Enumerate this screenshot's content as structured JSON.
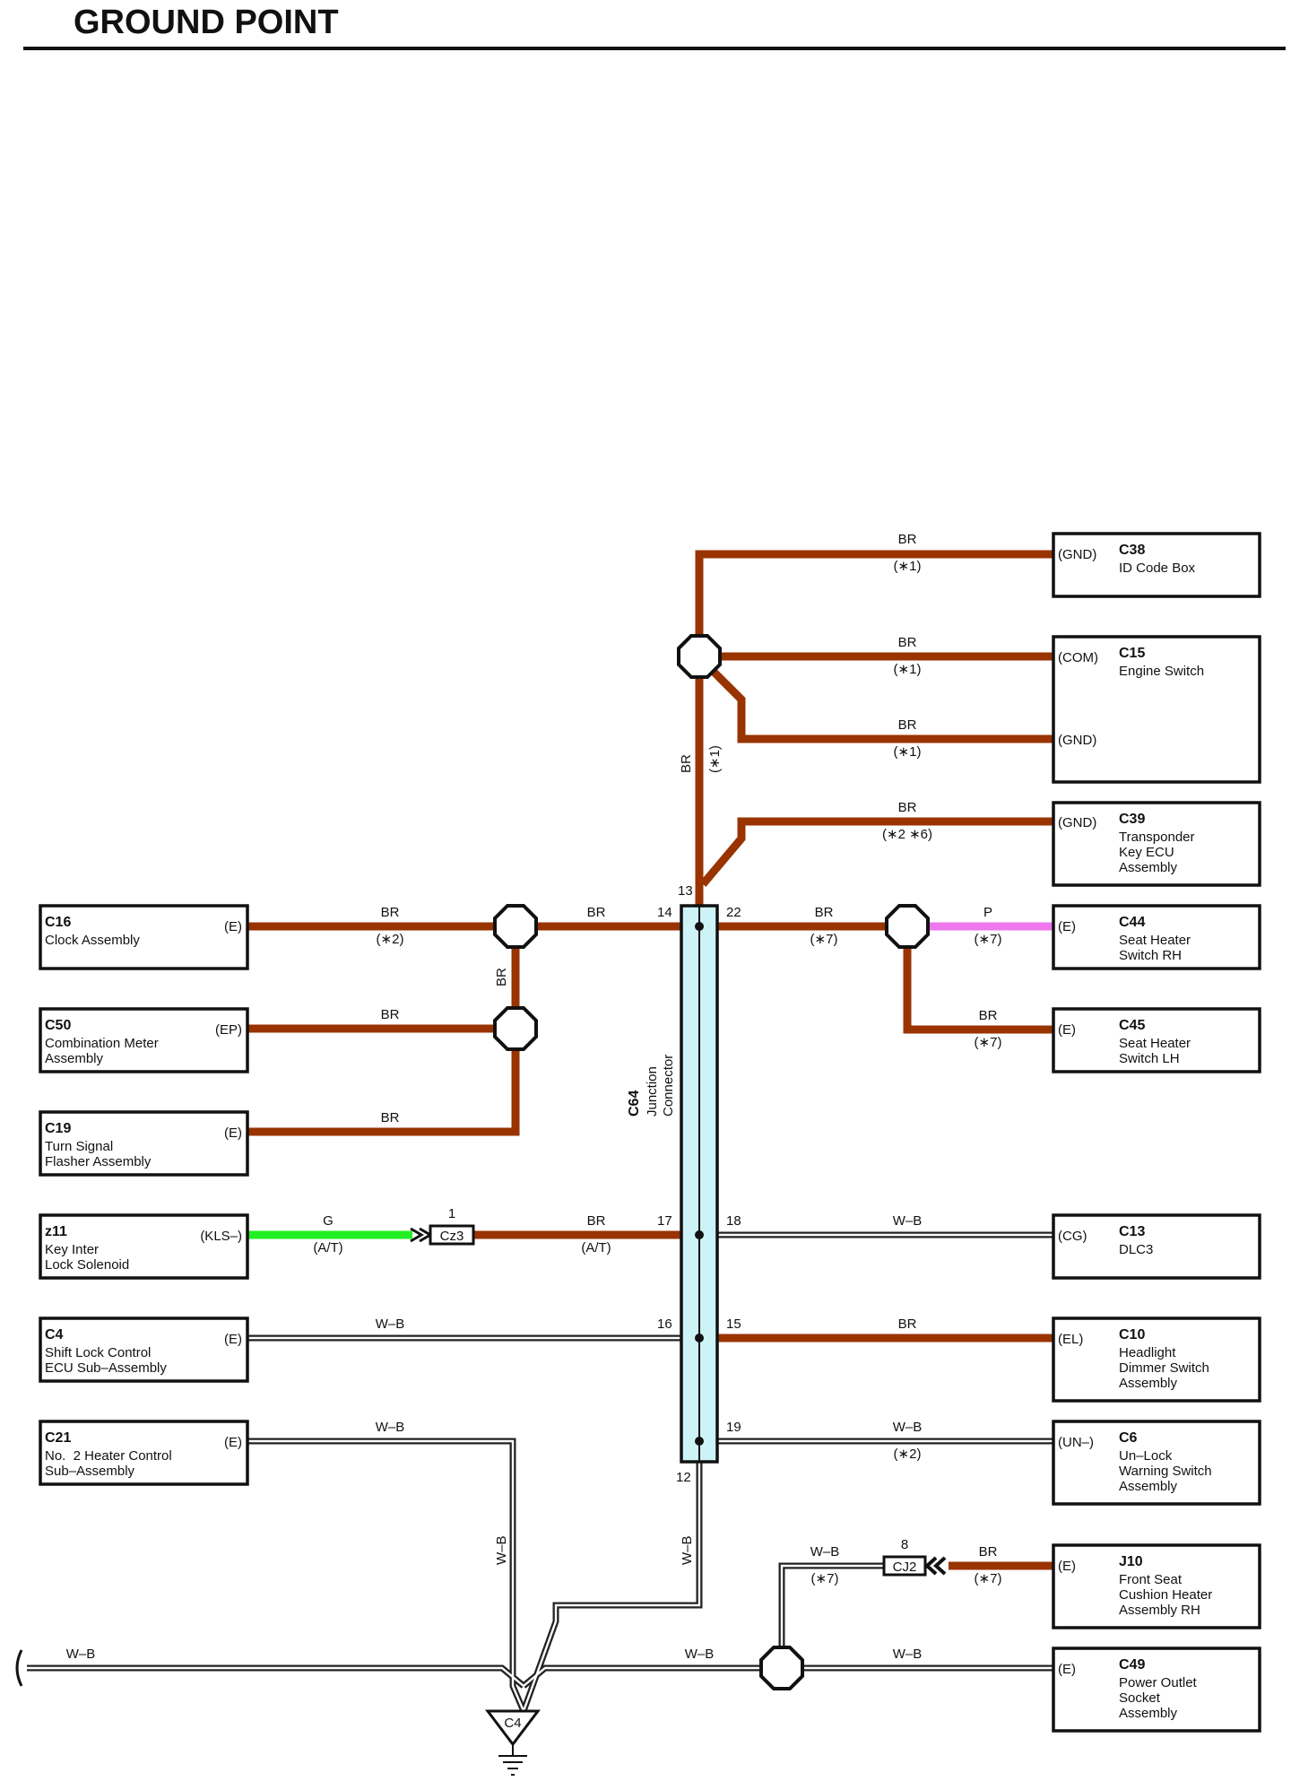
{
  "title": "GROUND POINT",
  "colors": {
    "BR": "#993300",
    "G": "#22ee22",
    "P": "#ee77ee",
    "WB": "#222222",
    "junction_fill": "#cef3f6"
  },
  "junction": {
    "code": "C64",
    "name": [
      "Junction",
      "Connector"
    ]
  },
  "ground": {
    "code": "C4"
  },
  "inline_connectors": [
    {
      "id": "cz3",
      "code": "Cz3",
      "pin": "1"
    },
    {
      "id": "cj2",
      "code": "CJ2",
      "pin": "8"
    }
  ],
  "components": [
    {
      "id": "c38",
      "code": "C38",
      "name": [
        "ID Code Box"
      ],
      "pins": [
        "(GND)"
      ]
    },
    {
      "id": "c15",
      "code": "C15",
      "name": [
        "Engine Switch"
      ],
      "pins": [
        "(COM)",
        "(GND)"
      ]
    },
    {
      "id": "c39",
      "code": "C39",
      "name": [
        "Transponder",
        "Key ECU",
        "Assembly"
      ],
      "pins": [
        "(GND)"
      ]
    },
    {
      "id": "c44",
      "code": "C44",
      "name": [
        "Seat Heater",
        "Switch RH"
      ],
      "pins": [
        "(E)"
      ]
    },
    {
      "id": "c45",
      "code": "C45",
      "name": [
        "Seat Heater",
        "Switch LH"
      ],
      "pins": [
        "(E)"
      ]
    },
    {
      "id": "c13",
      "code": "C13",
      "name": [
        "DLC3"
      ],
      "pins": [
        "(CG)"
      ]
    },
    {
      "id": "c10",
      "code": "C10",
      "name": [
        "Headlight",
        "Dimmer Switch",
        "Assembly"
      ],
      "pins": [
        "(EL)"
      ]
    },
    {
      "id": "c6",
      "code": "C6",
      "name": [
        "Un–Lock",
        "Warning Switch",
        "Assembly"
      ],
      "pins": [
        "(UN–)"
      ]
    },
    {
      "id": "j10",
      "code": "J10",
      "name": [
        "Front Seat",
        "Cushion Heater",
        "Assembly RH"
      ],
      "pins": [
        "(E)"
      ]
    },
    {
      "id": "c49",
      "code": "C49",
      "name": [
        "Power Outlet",
        "Socket",
        "Assembly"
      ],
      "pins": [
        "(E)"
      ]
    },
    {
      "id": "c16",
      "code": "C16",
      "name": [
        "Clock Assembly"
      ],
      "pins": [
        "(E)"
      ]
    },
    {
      "id": "c50",
      "code": "C50",
      "name": [
        "Combination Meter",
        "Assembly"
      ],
      "pins": [
        "(EP)"
      ]
    },
    {
      "id": "c19",
      "code": "C19",
      "name": [
        "Turn Signal",
        "Flasher Assembly"
      ],
      "pins": [
        "(E)"
      ]
    },
    {
      "id": "z11",
      "code": "z11",
      "name": [
        "Key Inter",
        "Lock Solenoid"
      ],
      "pins": [
        "(KLS–)"
      ]
    },
    {
      "id": "c4",
      "code": "C4",
      "name": [
        "Shift Lock Control",
        "ECU Sub–Assembly"
      ],
      "pins": [
        "(E)"
      ]
    },
    {
      "id": "c21",
      "code": "C21",
      "name": [
        "No.  2 Heater Control",
        "Sub–Assembly"
      ],
      "pins": [
        "(E)"
      ]
    }
  ],
  "wire_labels": [
    {
      "id": "w-c38",
      "color": "BR",
      "note": "(∗1)"
    },
    {
      "id": "w-c15-com",
      "color": "BR",
      "note": "(∗1)"
    },
    {
      "id": "w-c15-gnd",
      "color": "BR",
      "note": "(∗1)"
    },
    {
      "id": "w-vert-13",
      "color": "BR",
      "note": "(∗1)"
    },
    {
      "id": "w-c39",
      "color": "BR",
      "note": "(∗2 ∗6)"
    },
    {
      "id": "w-c16",
      "color": "BR",
      "note": "(∗2)"
    },
    {
      "id": "w-14",
      "color": "BR",
      "note": ""
    },
    {
      "id": "w-left-vert",
      "color": "BR",
      "note": ""
    },
    {
      "id": "w-c50",
      "color": "BR",
      "note": ""
    },
    {
      "id": "w-c19",
      "color": "BR",
      "note": ""
    },
    {
      "id": "w-22",
      "color": "BR",
      "note": "(∗7)"
    },
    {
      "id": "w-c44",
      "color": "P",
      "note": "(∗7)"
    },
    {
      "id": "w-c45",
      "color": "BR",
      "note": "(∗7)"
    },
    {
      "id": "w-z11",
      "color": "G",
      "note": "(A/T)"
    },
    {
      "id": "w-17",
      "color": "BR",
      "note": "(A/T)"
    },
    {
      "id": "w-c13",
      "color": "W–B",
      "note": ""
    },
    {
      "id": "w-c4",
      "color": "W–B",
      "note": ""
    },
    {
      "id": "w-c10",
      "color": "BR",
      "note": ""
    },
    {
      "id": "w-c21",
      "color": "W–B",
      "note": ""
    },
    {
      "id": "w-c6",
      "color": "W–B",
      "note": "(∗2)"
    },
    {
      "id": "w-c21-vert",
      "color": "W–B",
      "note": ""
    },
    {
      "id": "w-12-vert",
      "color": "W–B",
      "note": ""
    },
    {
      "id": "w-cj2-left",
      "color": "W–B",
      "note": "(∗7)"
    },
    {
      "id": "w-j10",
      "color": "BR",
      "note": "(∗7)"
    },
    {
      "id": "w-left-edge",
      "color": "W–B",
      "note": ""
    },
    {
      "id": "w-gnd-right",
      "color": "W–B",
      "note": ""
    },
    {
      "id": "w-c49",
      "color": "W–B",
      "note": ""
    }
  ],
  "pin_numbers": {
    "p13": "13",
    "p14": "14",
    "p22": "22",
    "p17": "17",
    "p18": "18",
    "p16": "16",
    "p15": "15",
    "p19": "19",
    "p12": "12"
  }
}
